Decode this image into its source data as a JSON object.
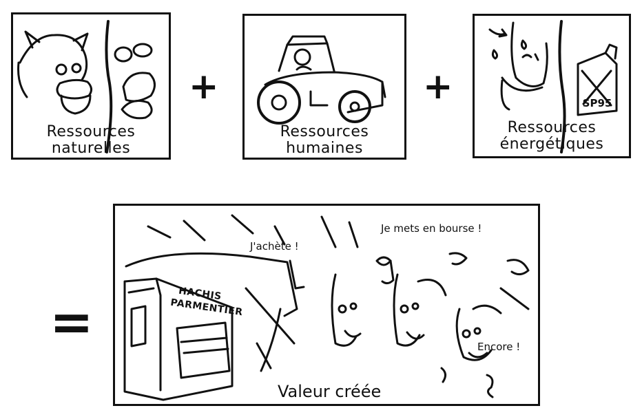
{
  "panels": [
    {
      "caption_line1": "Ressources",
      "caption_line2": "naturelles"
    },
    {
      "caption_line1": "Ressources",
      "caption_line2": "humaines"
    },
    {
      "caption_line1": "Ressources",
      "caption_line2": "énergétiques"
    }
  ],
  "operators": {
    "plus": "+",
    "equals": "="
  },
  "energy_can_label": "SP95",
  "result": {
    "sign_line1": "HACHIS",
    "sign_line2": "PARMENTIER",
    "speech_buy": "J'achète !",
    "speech_stock": "Je mets en bourse !",
    "speech_more": "Encore !",
    "caption": "Valeur créée"
  }
}
